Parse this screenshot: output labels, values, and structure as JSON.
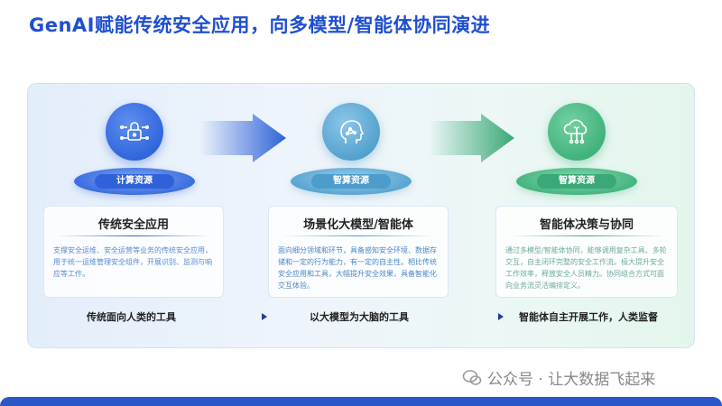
{
  "title": "GenAI赋能传统安全应用，向多模型/智能体协同演进",
  "stages": [
    {
      "icon": "lock-circuit-icon",
      "badge": "计算资源",
      "card_title": "传统安全应用",
      "card_desc": "支撑安全运维、安全运营等业务的传统安全应用，用于统一运维管理安全组件，开展识别、监测与响应等工作。",
      "caption": "传统面向人类的工具",
      "color": "#2f62d8"
    },
    {
      "icon": "ai-head-icon",
      "badge": "智算资源",
      "card_title": "场景化大模型/智能体",
      "card_desc": "面向细分领域和环节，具备感知安全环境、数据存储和一定的行为能力，有一定的自主性。相比传统安全应用和工具，大幅提升安全效果，具备智能化交互体验。",
      "caption": "以大模型为大脑的工具",
      "color": "#4c9ccc"
    },
    {
      "icon": "cloud-brain-icon",
      "badge": "智算资源",
      "card_title": "智能体决策与协同",
      "card_desc": "通过多模型/智能体协同，能够调用复杂工具、多轮交互，自主闭环完整的安全工作流。极大提升安全工作效率，释放安全人员精力。协同组合方式可面向业务流灵活编排定义。",
      "caption": "智能体自主开展工作，人类监督",
      "color": "#3aa877"
    }
  ],
  "watermark": "公众号 · 让大数据飞起来"
}
